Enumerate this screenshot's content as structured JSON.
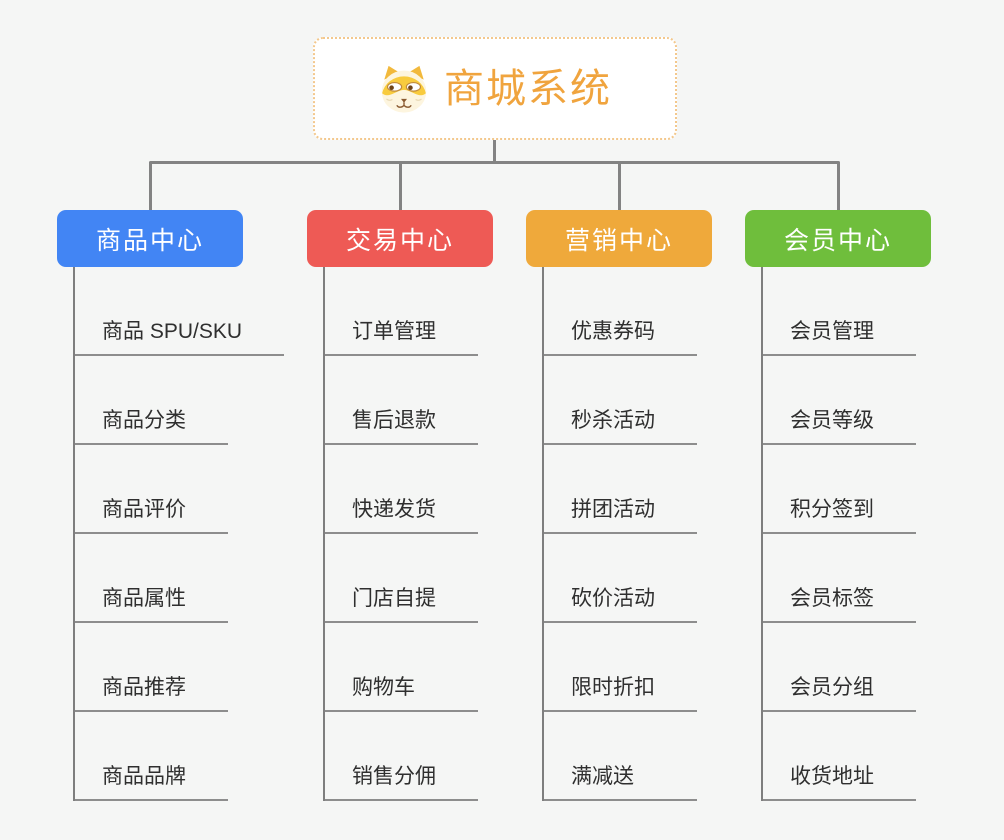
{
  "root": {
    "title": "商城系统",
    "icon": "dog-face-icon",
    "title_color": "#F0A43E",
    "border_color": "#F3C88D"
  },
  "connector_color": "#838383",
  "branches": [
    {
      "label": "商品中心",
      "color": "#4285F4",
      "children": [
        "商品 SPU/SKU",
        "商品分类",
        "商品评价",
        "商品属性",
        "商品推荐",
        "商品品牌"
      ]
    },
    {
      "label": "交易中心",
      "color": "#EE5A55",
      "children": [
        "订单管理",
        "售后退款",
        "快递发货",
        "门店自提",
        "购物车",
        "销售分佣"
      ]
    },
    {
      "label": "营销中心",
      "color": "#EFA93B",
      "children": [
        "优惠券码",
        "秒杀活动",
        "拼团活动",
        "砍价活动",
        "限时折扣",
        "满减送"
      ]
    },
    {
      "label": "会员中心",
      "color": "#6FBE3C",
      "children": [
        "会员管理",
        "会员等级",
        "积分签到",
        "会员标签",
        "会员分组",
        "收货地址"
      ]
    }
  ]
}
